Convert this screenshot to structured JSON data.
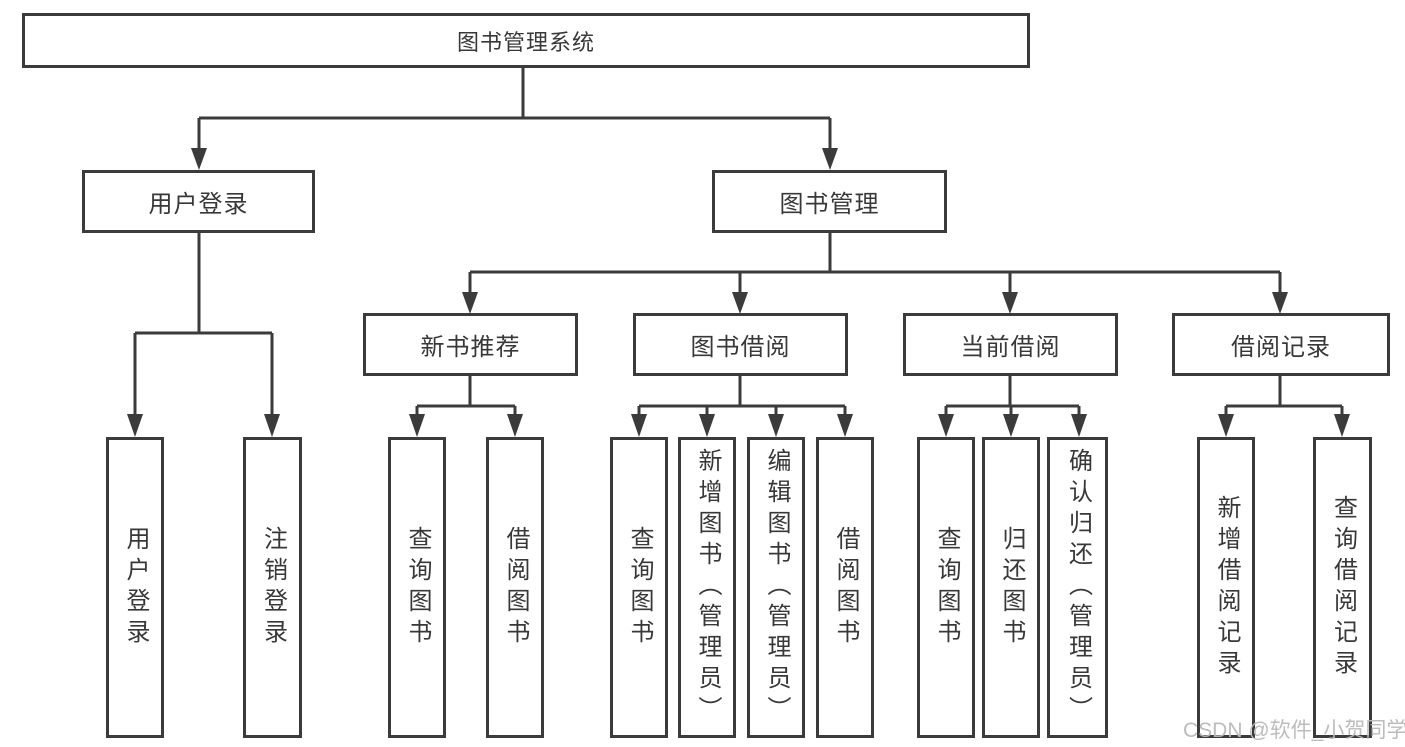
{
  "diagram": {
    "title": "图书管理系统",
    "colors": {
      "line": "#3b3b3b",
      "text": "#383838",
      "background": "#ffffff",
      "watermark": "#b8b8b8"
    },
    "nodes": {
      "root": {
        "label": "图书管理系统"
      },
      "user_login": {
        "label": "用户登录"
      },
      "book_management": {
        "label": "图书管理"
      },
      "new_book_recommend": {
        "label": "新书推荐"
      },
      "book_borrow": {
        "label": "图书借阅"
      },
      "current_borrow": {
        "label": "当前借阅"
      },
      "borrow_record": {
        "label": "借阅记录"
      },
      "leaf_user_login": {
        "label": "用户登录"
      },
      "leaf_logout": {
        "label": "注销登录"
      },
      "leaf_query_books_1": {
        "label": "查询图书"
      },
      "leaf_borrow_books_1": {
        "label": "借阅图书"
      },
      "leaf_query_books_2": {
        "label": "查询图书"
      },
      "leaf_add_books": {
        "label": "新增图书（管理员）"
      },
      "leaf_edit_books": {
        "label": "编辑图书（管理员）"
      },
      "leaf_borrow_books_2": {
        "label": "借阅图书"
      },
      "leaf_query_books_3": {
        "label": "查询图书"
      },
      "leaf_return_books": {
        "label": "归还图书"
      },
      "leaf_confirm_return": {
        "label": "确认归还（管理员）"
      },
      "leaf_add_borrow_record": {
        "label": "新增借阅记录"
      },
      "leaf_query_borrow_record": {
        "label": "查询借阅记录"
      }
    },
    "hierarchy": {
      "图书管理系统": {
        "用户登录": [
          "用户登录",
          "注销登录"
        ],
        "图书管理": {
          "新书推荐": [
            "查询图书",
            "借阅图书"
          ],
          "图书借阅": [
            "查询图书",
            "新增图书（管理员）",
            "编辑图书（管理员）",
            "借阅图书"
          ],
          "当前借阅": [
            "查询图书",
            "归还图书",
            "确认归还（管理员）"
          ],
          "借阅记录": [
            "新增借阅记录",
            "查询借阅记录"
          ]
        }
      }
    },
    "watermark": "CSDN @软件_小贺同学"
  }
}
